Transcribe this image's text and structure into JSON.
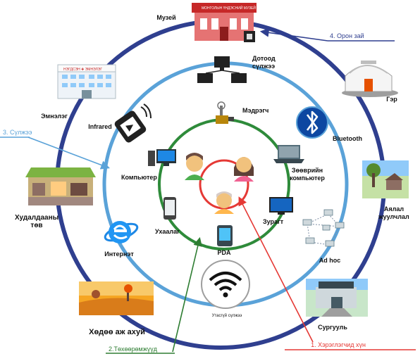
{
  "outer_ring": {
    "museum": "Музей",
    "ger": "Гэр",
    "travel": "Аялал жуулчлал",
    "school": "Сургууль",
    "countryside": "Хөдөө аж ахуй",
    "mall": "Худалдааны төв",
    "hospital": "Эмнэлэг",
    "museum_sign": "МОНГОЛЫН ҮНДЭСНИЙ МУЗЕЙ",
    "hospital_sign": "НЭГДСЭН ✚ ЭМНЭЛЭГ"
  },
  "middle_ring": {
    "intranet": "Дотоод сүлжээ",
    "bluetooth": "Bluetooth",
    "adhoc": "Ad hoc",
    "wireless": "Утасгүй сүлжээ",
    "internet": "Интернэт",
    "infrared": "Infrared"
  },
  "inner_ring": {
    "sensor": "Мэдрэгч",
    "laptop": "Зөөврийн компьютер",
    "tv": "Зурагт",
    "pda": "PDA",
    "phone": "Ухаалаг",
    "computer": "Компьютер"
  },
  "callouts": {
    "users": "1. Хэрэглэгчид хүн",
    "devices": "2.Төхөөрөмжүүд",
    "networks": "3. Сүлжээ",
    "environment": "4. Орон зай"
  },
  "colors": {
    "outer_ring": "#2f3f8f",
    "middle_ring": "#5aa2d8",
    "inner_ring": "#2e8b3a",
    "core_ring": "#e53935"
  }
}
